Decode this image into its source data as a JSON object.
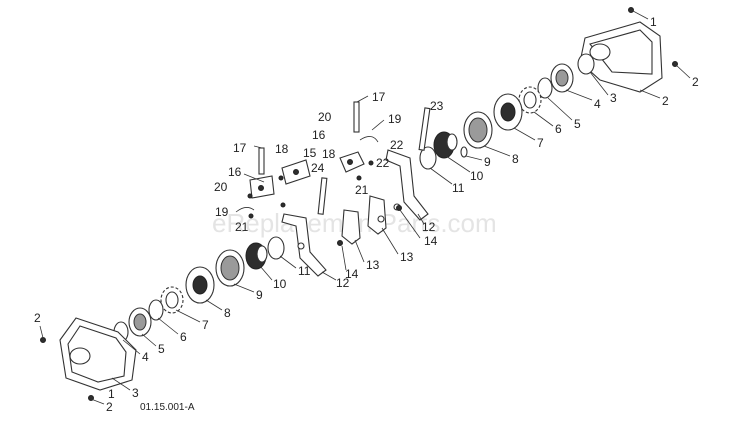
{
  "diagram": {
    "drawing_code": "01.15.001-A",
    "watermark": "eReplacementParts.com",
    "callouts": [
      {
        "id": "c1a",
        "label": "1"
      },
      {
        "id": "c2a",
        "label": "2"
      },
      {
        "id": "c2b",
        "label": "2"
      },
      {
        "id": "c3a",
        "label": "3"
      },
      {
        "id": "c4a",
        "label": "4"
      },
      {
        "id": "c5a",
        "label": "5"
      },
      {
        "id": "c6a",
        "label": "6"
      },
      {
        "id": "c7a",
        "label": "7"
      },
      {
        "id": "c8a",
        "label": "8"
      },
      {
        "id": "c9a",
        "label": "9"
      },
      {
        "id": "c10a",
        "label": "10"
      },
      {
        "id": "c11a",
        "label": "11"
      },
      {
        "id": "c23a",
        "label": "23"
      },
      {
        "id": "c22a",
        "label": "22"
      },
      {
        "id": "c12a",
        "label": "12"
      },
      {
        "id": "c14a",
        "label": "14"
      },
      {
        "id": "c13a",
        "label": "13"
      },
      {
        "id": "c13b",
        "label": "13"
      },
      {
        "id": "c14b",
        "label": "14"
      },
      {
        "id": "c12b",
        "label": "12"
      },
      {
        "id": "c11b",
        "label": "11"
      },
      {
        "id": "c10b",
        "label": "10"
      },
      {
        "id": "c9b",
        "label": "9"
      },
      {
        "id": "c8b",
        "label": "8"
      },
      {
        "id": "c7b",
        "label": "7"
      },
      {
        "id": "c6b",
        "label": "6"
      },
      {
        "id": "c5b",
        "label": "5"
      },
      {
        "id": "c4b",
        "label": "4"
      },
      {
        "id": "c3b",
        "label": "3"
      },
      {
        "id": "c1b",
        "label": "1"
      },
      {
        "id": "c2c",
        "label": "2"
      },
      {
        "id": "c2d",
        "label": "2"
      },
      {
        "id": "c17a",
        "label": "17"
      },
      {
        "id": "c20a",
        "label": "20"
      },
      {
        "id": "c19a",
        "label": "19"
      },
      {
        "id": "c16a",
        "label": "16"
      },
      {
        "id": "c18a",
        "label": "18"
      },
      {
        "id": "c24a",
        "label": "24"
      },
      {
        "id": "c22b",
        "label": "22"
      },
      {
        "id": "c21a",
        "label": "21"
      },
      {
        "id": "c17b",
        "label": "17"
      },
      {
        "id": "c18b",
        "label": "18"
      },
      {
        "id": "c15a",
        "label": "15"
      },
      {
        "id": "c16b",
        "label": "16"
      },
      {
        "id": "c20b",
        "label": "20"
      },
      {
        "id": "c19b",
        "label": "19"
      },
      {
        "id": "c21b",
        "label": "21"
      }
    ]
  }
}
